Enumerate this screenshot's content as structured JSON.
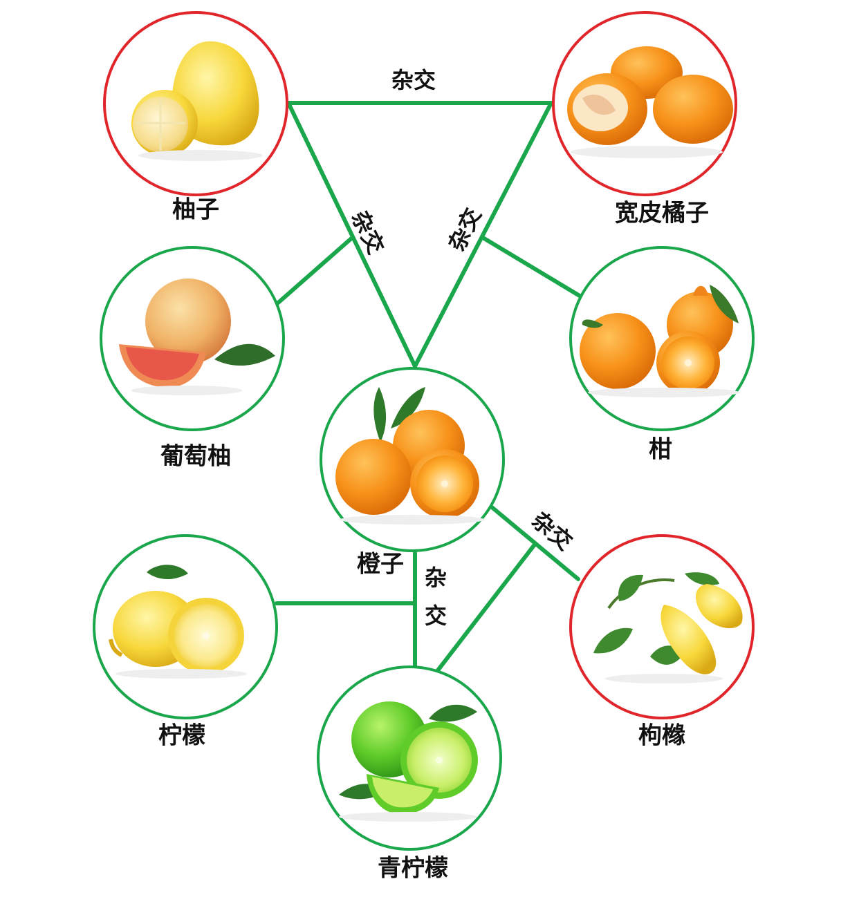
{
  "colors": {
    "line": "#1aa64b",
    "origin_ring": "#e0262b",
    "hybrid_ring": "#1aa64b"
  },
  "edge_label": "杂交",
  "nodes": {
    "pomelo": {
      "label": "柚子",
      "type": "origin",
      "icon": "pomelo-fruit-icon"
    },
    "mandarin": {
      "label": "宽皮橘子",
      "type": "origin",
      "icon": "mandarin-fruit-icon"
    },
    "grapefruit": {
      "label": "葡萄柚",
      "type": "hybrid",
      "icon": "grapefruit-fruit-icon"
    },
    "gan": {
      "label": "柑",
      "type": "hybrid",
      "icon": "tangor-fruit-icon"
    },
    "orange": {
      "label": "橙子",
      "type": "hybrid",
      "icon": "orange-fruit-icon"
    },
    "lemon": {
      "label": "柠檬",
      "type": "hybrid",
      "icon": "lemon-fruit-icon"
    },
    "citron": {
      "label": "枸橼",
      "type": "origin",
      "icon": "citron-fruit-icon"
    },
    "lime": {
      "label": "青柠檬",
      "type": "hybrid",
      "icon": "lime-fruit-icon"
    }
  }
}
